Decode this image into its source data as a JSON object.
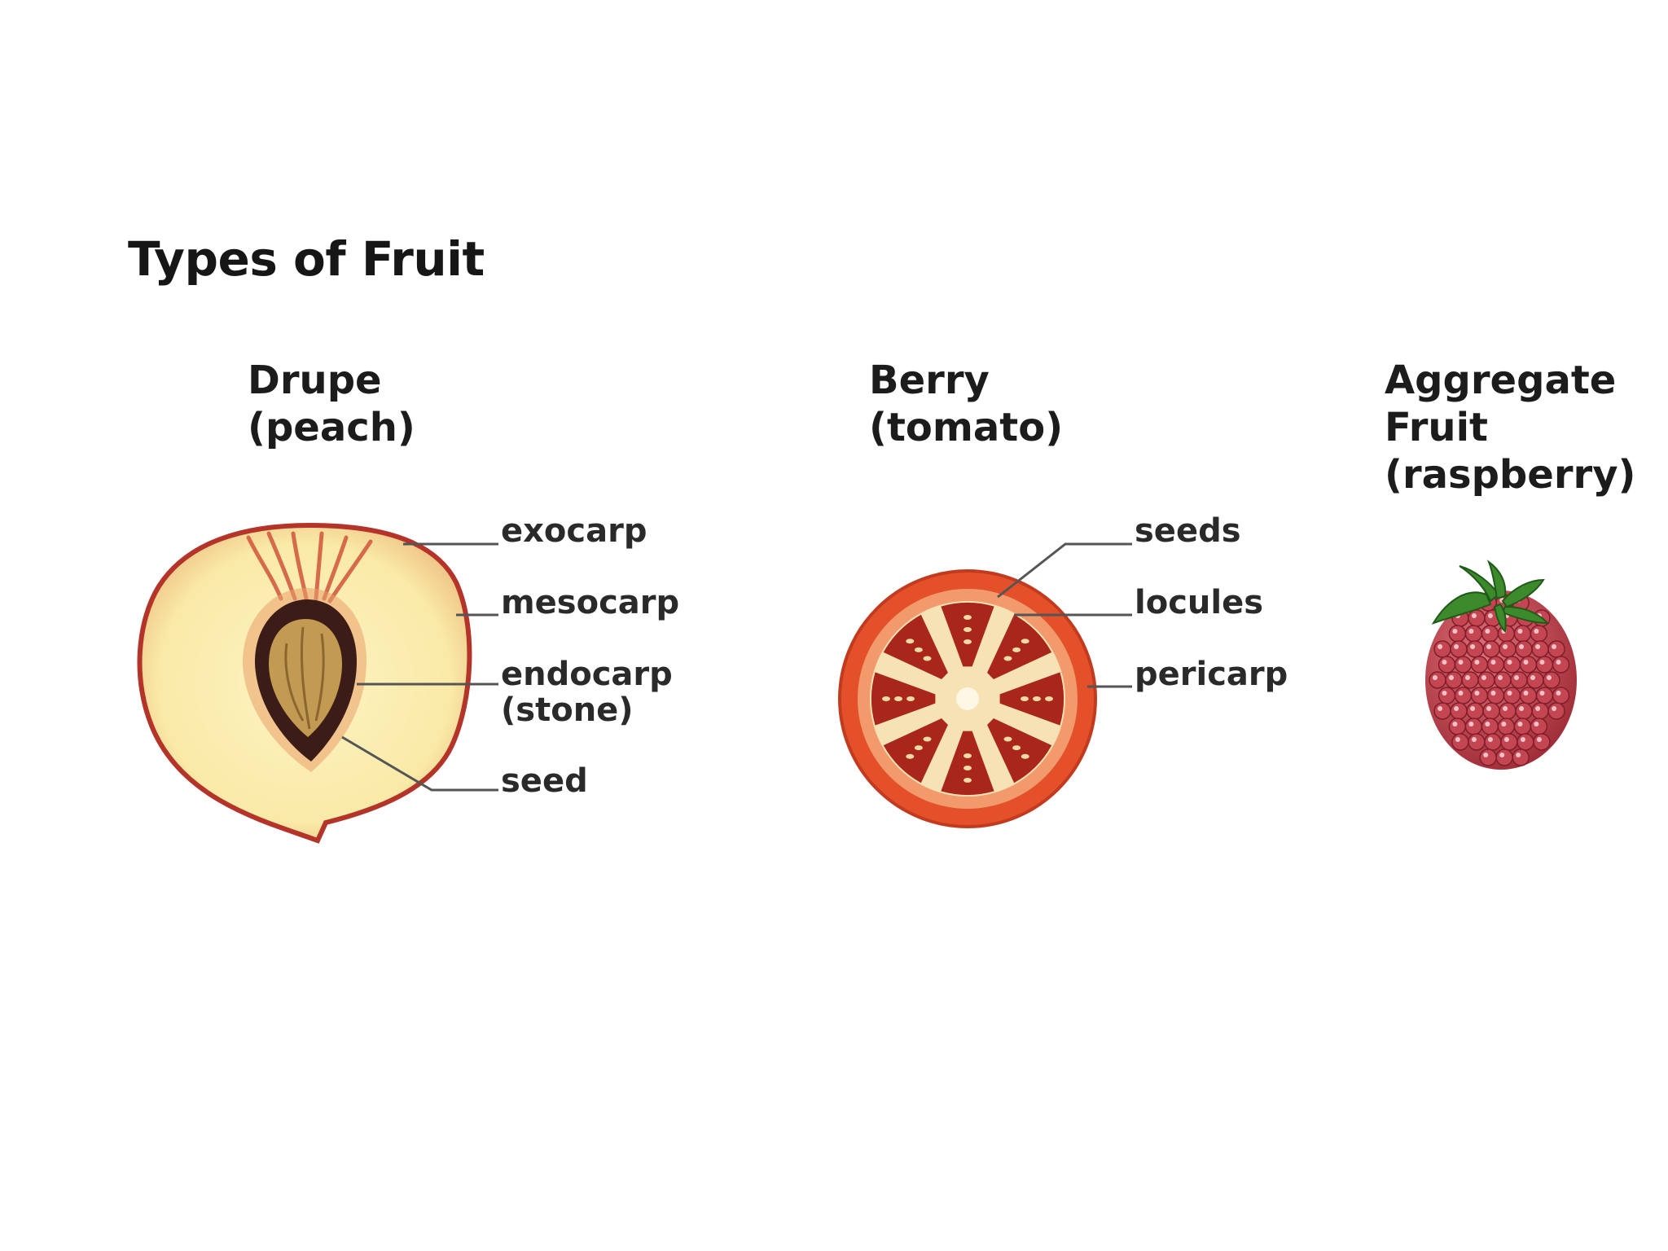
{
  "title": "Types of Fruit",
  "fruits": [
    {
      "name": "Drupe",
      "example": "(peach)",
      "labels": [
        "exocarp",
        "mesocarp",
        "endocarp",
        "(stone)",
        "seed"
      ]
    },
    {
      "name": "Berry",
      "example": "(tomato)",
      "labels": [
        "seeds",
        "locules",
        "pericarp"
      ]
    },
    {
      "name": "Aggregate",
      "name_line2": "Fruit",
      "example": "(raspberry)"
    }
  ],
  "colors": {
    "peach_flesh": "#fbefb6",
    "peach_skin": "#b5342a",
    "peach_stone": "#c39a52",
    "tomato_skin": "#e4502a",
    "tomato_locule": "#a8271a",
    "tomato_core": "#f7e2b5",
    "raspberry": "#b83a45",
    "leaf": "#3d8a2c",
    "line": "#555555"
  }
}
